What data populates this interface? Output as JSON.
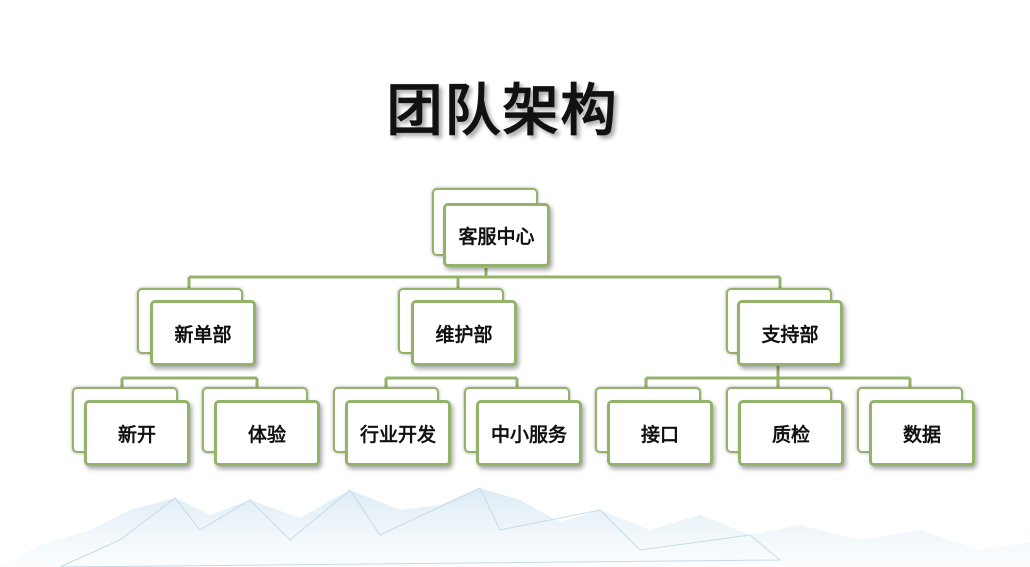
{
  "title": "团队架构",
  "colors": {
    "border": "#93b36a",
    "connector": "#93b36a",
    "text": "#111111",
    "mountain": "#cfe3ef"
  },
  "org": {
    "root": {
      "label": "客服中心"
    },
    "departments": [
      {
        "label": "新单部",
        "teams": [
          "新开",
          "体验"
        ]
      },
      {
        "label": "维护部",
        "teams": [
          "行业开发",
          "中小服务"
        ]
      },
      {
        "label": "支持部",
        "teams": [
          "接口",
          "质检",
          "数据"
        ]
      }
    ]
  }
}
